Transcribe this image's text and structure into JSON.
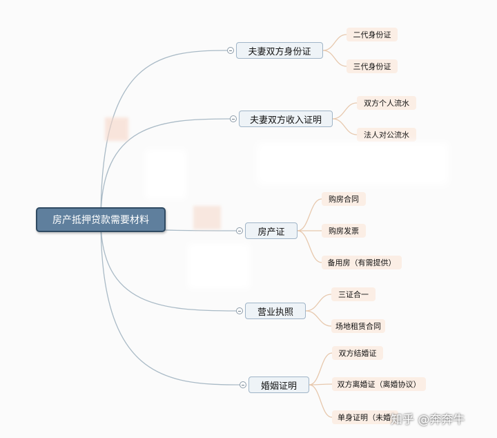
{
  "root": {
    "label": "房产抵押贷款需要材料"
  },
  "branches": [
    {
      "label": "夫妻双方身份证",
      "leaves": [
        "二代身份证",
        "三代身份证"
      ]
    },
    {
      "label": "夫妻双方收入证明",
      "leaves": [
        "双方个人流水",
        "法人对公流水"
      ]
    },
    {
      "label": "房产证",
      "leaves": [
        "购房合同",
        "购房发票",
        "备用房（有需提供）"
      ]
    },
    {
      "label": "营业执照",
      "leaves": [
        "三证合一",
        "场地租赁合同"
      ]
    },
    {
      "label": "婚姻证明",
      "leaves": [
        "双方结婚证",
        "双方离婚证（离婚协议）",
        "单身证明（未婚"
      ]
    }
  ],
  "watermark": "知乎 @奔奔牛",
  "colors": {
    "root_fill": "#5f7f9d",
    "branch_fill": "#eef3f7",
    "leaf_fill": "#fbeee5",
    "connector": "#a9bac6",
    "leaf_connector": "#e7c8ad"
  }
}
